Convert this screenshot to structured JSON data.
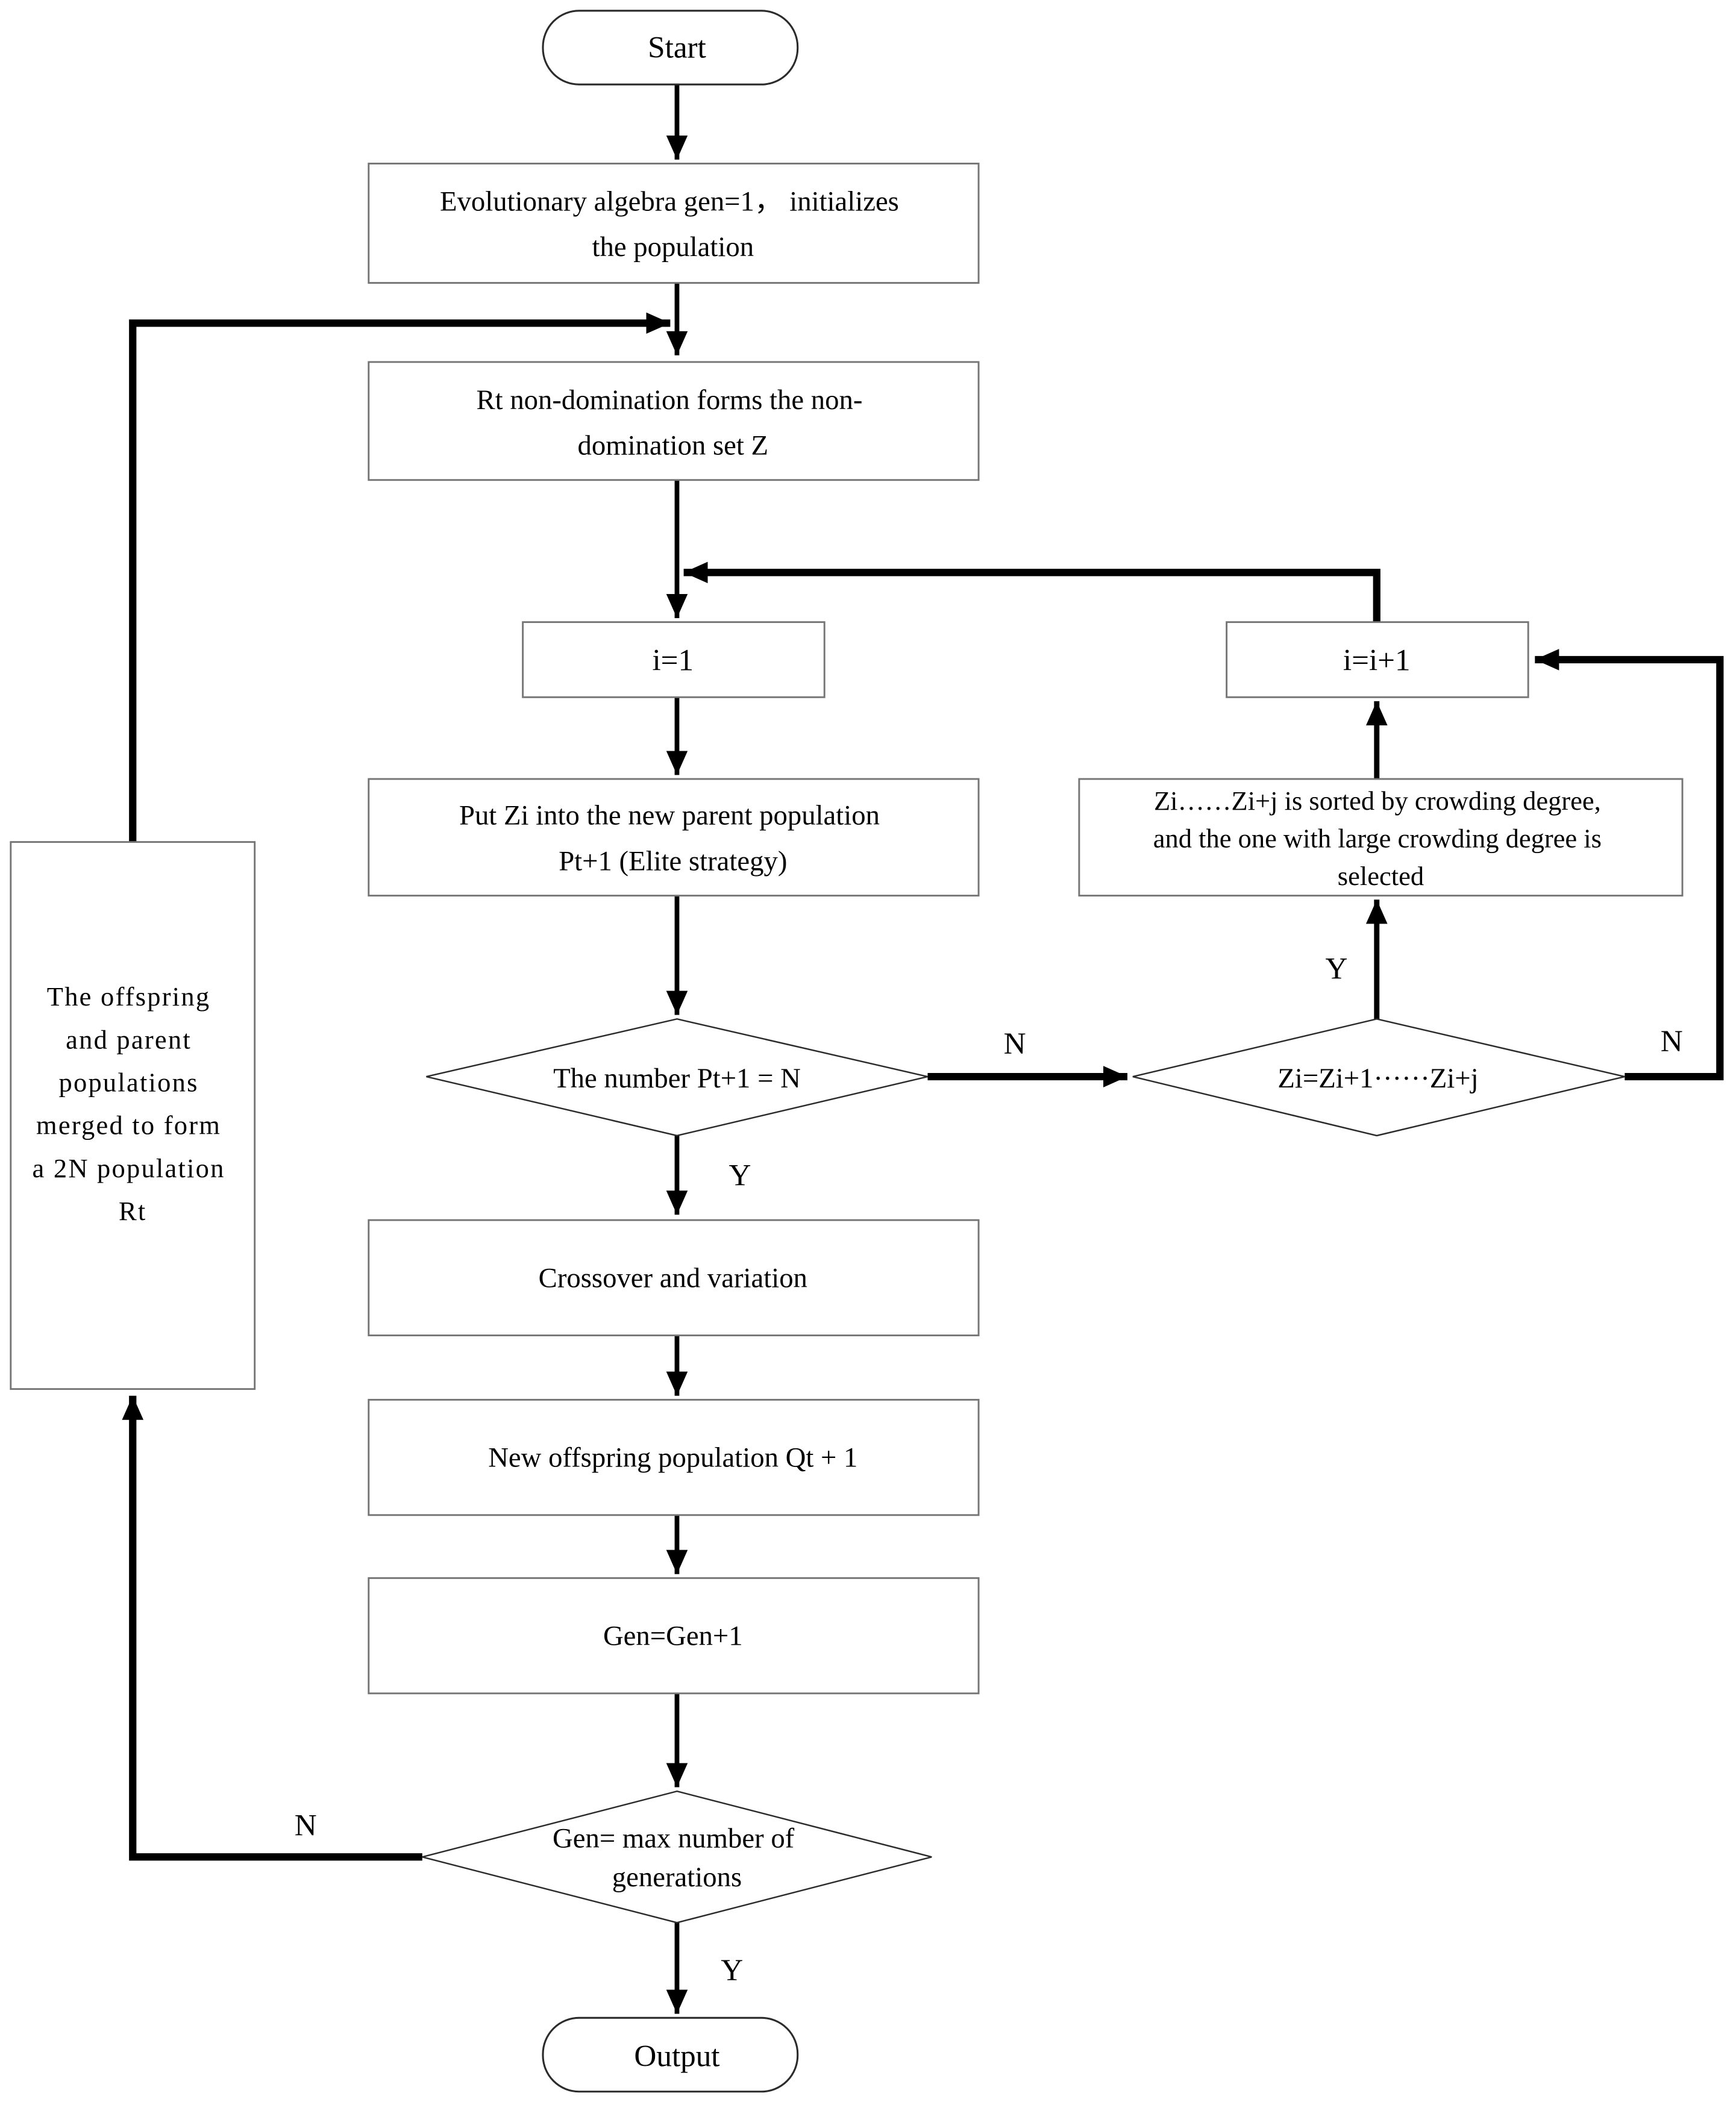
{
  "nodes": {
    "start": {
      "label": "Start"
    },
    "init": {
      "lines": [
        "Evolutionary algebra gen=1， initializes",
        "the population"
      ]
    },
    "nondom": {
      "lines": [
        "Rt non-domination forms the non-",
        "domination set Z"
      ]
    },
    "i1": {
      "label": "i=1"
    },
    "iplus": {
      "label": "i=i+1"
    },
    "putzi": {
      "lines": [
        "Put Zi into the new parent population",
        "Pt+1 (Elite strategy)"
      ]
    },
    "sorted": {
      "lines": [
        "Zi……Zi+j is sorted by crowding degree,",
        "and the one with large crowding degree is",
        "selected"
      ]
    },
    "d_number": {
      "label": "The number  Pt+1 = N"
    },
    "d_zi": {
      "label": "Zi=Zi+1······Zi+j"
    },
    "crossover": {
      "label": "Crossover and variation"
    },
    "newoffspring": {
      "label": "New offspring population Qt + 1"
    },
    "gen": {
      "label": "Gen=Gen+1"
    },
    "d_gen": {
      "lines": [
        "Gen= max number of",
        "generations"
      ]
    },
    "output": {
      "label": "Output"
    },
    "merge": {
      "lines": [
        "The offspring",
        "and parent",
        "populations",
        "merged to form",
        "a 2N population",
        "Rt"
      ]
    }
  },
  "edge_labels": {
    "dnumber_n": "N",
    "dnumber_y": "Y",
    "dzi_y": "Y",
    "dzi_n": "N",
    "dgen_n": "N",
    "dgen_y": "Y"
  },
  "colors": {
    "line": "#000000",
    "rect_border": "#757575",
    "diamond_border": "#2b2b2b",
    "background": "#ffffff"
  }
}
